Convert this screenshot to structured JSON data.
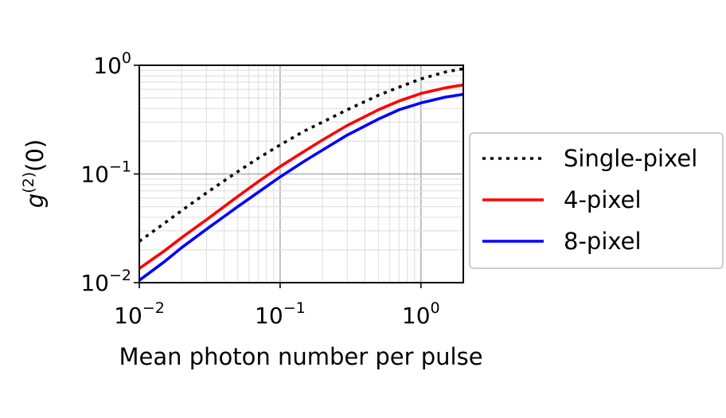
{
  "chart_data": {
    "type": "line",
    "xscale": "log",
    "yscale": "log",
    "xlim": [
      0.01,
      2.0
    ],
    "ylim": [
      0.01,
      1.0
    ],
    "xlabel": "Mean photon number per pulse",
    "ylabel": {
      "base": "g",
      "sup": "(2)",
      "rest": "(0)"
    },
    "grid": "major and minor",
    "legend_position": "right, outside the plot",
    "x_ticks": [
      {
        "value": 0.01,
        "base": "10",
        "exp": "−2"
      },
      {
        "value": 0.1,
        "base": "10",
        "exp": "−1"
      },
      {
        "value": 1,
        "base": "10",
        "exp": "0"
      }
    ],
    "y_ticks": [
      {
        "value": 0.01,
        "base": "10",
        "exp": "−2"
      },
      {
        "value": 0.1,
        "base": "10",
        "exp": "−1"
      },
      {
        "value": 1,
        "base": "10",
        "exp": "0"
      }
    ],
    "x": [
      0.01,
      0.015,
      0.02,
      0.03,
      0.05,
      0.07,
      0.1,
      0.15,
      0.2,
      0.3,
      0.5,
      0.7,
      1.0,
      1.5,
      2.0
    ],
    "series": [
      {
        "name": "Single-pixel",
        "color": "#000000",
        "dash": "dotted",
        "values": [
          0.024,
          0.035,
          0.046,
          0.067,
          0.105,
          0.14,
          0.185,
          0.25,
          0.3,
          0.39,
          0.53,
          0.63,
          0.75,
          0.87,
          0.93
        ]
      },
      {
        "name": "4-pixel",
        "color": "#ff0000",
        "dash": "solid",
        "values": [
          0.0135,
          0.0195,
          0.026,
          0.038,
          0.062,
          0.085,
          0.117,
          0.163,
          0.205,
          0.28,
          0.39,
          0.47,
          0.55,
          0.62,
          0.66
        ]
      },
      {
        "name": "8-pixel",
        "color": "#0000ff",
        "dash": "solid",
        "values": [
          0.0105,
          0.0155,
          0.021,
          0.031,
          0.05,
          0.068,
          0.094,
          0.132,
          0.166,
          0.228,
          0.32,
          0.39,
          0.45,
          0.51,
          0.54
        ]
      }
    ]
  }
}
